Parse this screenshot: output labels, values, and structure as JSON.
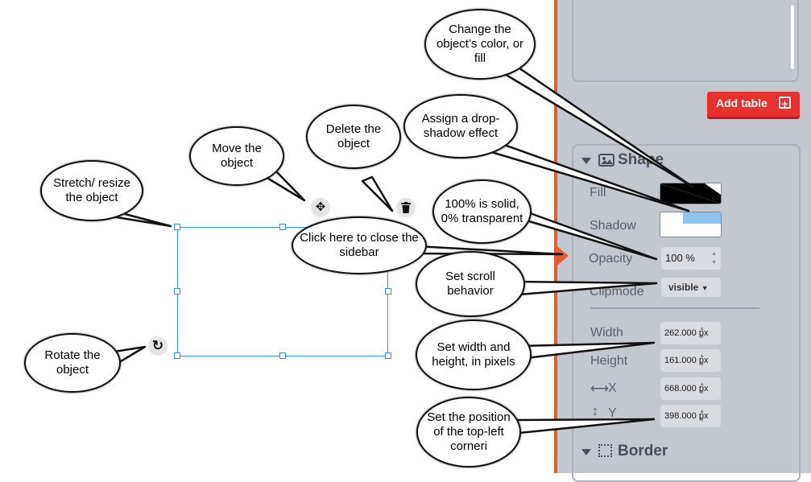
{
  "sidebar": {
    "add_table_label": "Add table",
    "add_table_plus": "+",
    "shape_section": {
      "title": "Shape",
      "image_icon": "image-icon"
    },
    "fill_label": "Fill",
    "shadow_label": "Shadow",
    "opacity_label": "Opacity",
    "opacity_value": "100 %",
    "clipmode_label": "Clipmode",
    "clipmode_value": "visible",
    "width_label": "Width",
    "width_value": "262.000",
    "height_label": "Height",
    "height_value": "161.000",
    "x_label": "X",
    "x_value": "668.000",
    "y_label": "Y",
    "y_value": "398.000",
    "unit": "px",
    "border_section": {
      "title": "Border"
    },
    "colors": {
      "accent": "#e95a2b",
      "add_table": "#e8312f",
      "panel": "#c3c8cf",
      "shadow_swatch": "#90c4ea"
    }
  },
  "canvas": {
    "move_icon": "move-icon",
    "delete_icon": "trash-icon",
    "rotate_icon": "rotate-icon",
    "selection_color": "#3c8fd0"
  },
  "callouts": {
    "fill": "Change the object’s color, or fill",
    "shadow": "Assign a drop-shadow effect",
    "delete": "Delete the object",
    "move": "Move the object",
    "resize": "Stretch/ resize the object",
    "opacity": "100% is solid, 0% transparent",
    "close_sidebar": "Click here to close  the sidebar",
    "scroll": "Set scroll behavior",
    "size": "Set width and height, in pixels",
    "rotate": "Rotate the object",
    "position": "Set the position of the top-left corneri"
  }
}
